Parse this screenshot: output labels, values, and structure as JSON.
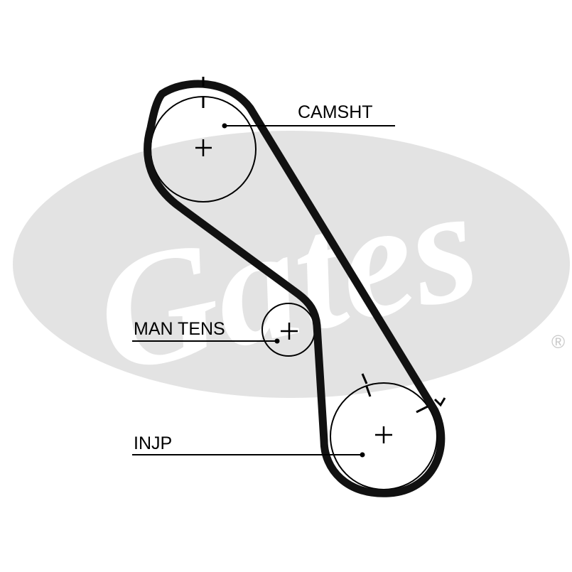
{
  "colors": {
    "background": "#ffffff",
    "logo_ellipse": "#e3e3e3",
    "logo_text": "#ffffff",
    "belt": "#111111",
    "lines": "#000000"
  },
  "logo": {
    "text": "Gates",
    "registered_mark": "®"
  },
  "labels": {
    "camshaft": "CAMSHT",
    "tensioner": "MAN TENS",
    "injection_pump": "INJP"
  }
}
